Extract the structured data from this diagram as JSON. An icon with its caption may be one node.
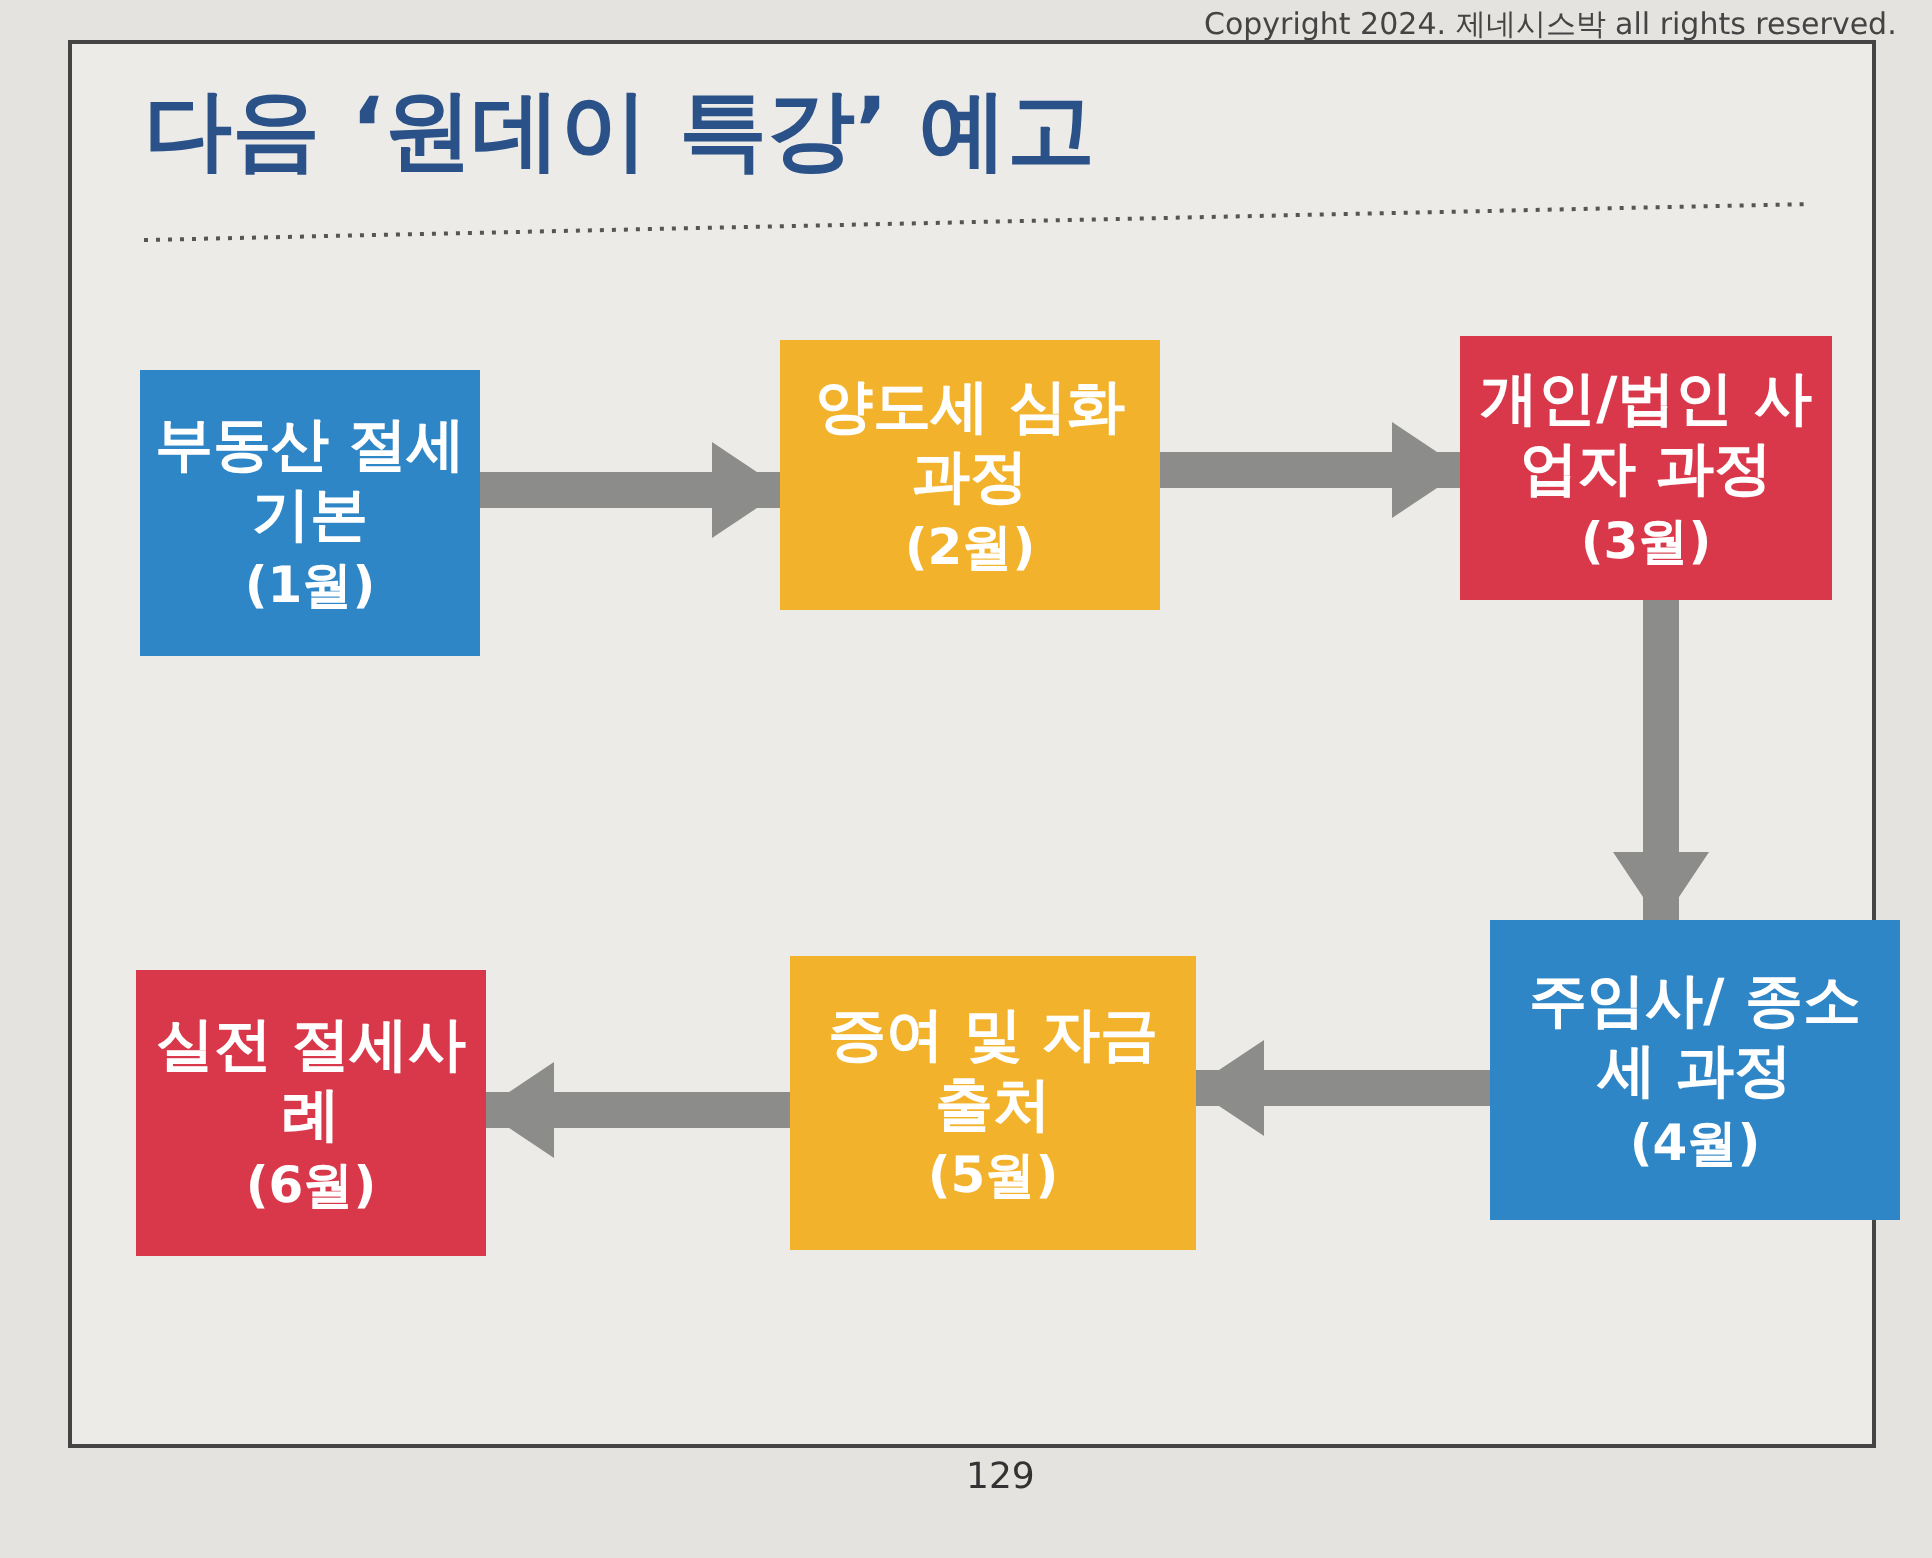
{
  "diagram": {
    "title": "다음 ‘원데이 특강’ 예고",
    "nodes": [
      {
        "text": [
          "부동산 절세 기본",
          "(1월)"
        ]
      },
      {
        "text": [
          "양도세 심화 과정",
          "(2월)"
        ]
      },
      {
        "text": [
          "개인/법인 사업자 과정",
          "(3월)"
        ]
      },
      {
        "text": [
          "주임사/ 종소세 과정",
          "(4월)"
        ]
      },
      {
        "text": [
          "증여 및 자금출처",
          "(5월)"
        ]
      },
      {
        "text": [
          "실전 절세사례",
          "(6월)"
        ]
      }
    ],
    "edges": [
      {
        "from": 0,
        "to": 1,
        "arrow": "to"
      },
      {
        "from": 1,
        "to": 2,
        "arrow": "to"
      },
      {
        "from": 2,
        "to": 3,
        "arrow": "to"
      },
      {
        "from": 3,
        "to": 4,
        "arrow": "to"
      },
      {
        "from": 4,
        "to": 5,
        "arrow": "to"
      }
    ],
    "labels": [
      "Copyright 2024. 제네시스박 all rights reserved.",
      "129"
    ]
  }
}
